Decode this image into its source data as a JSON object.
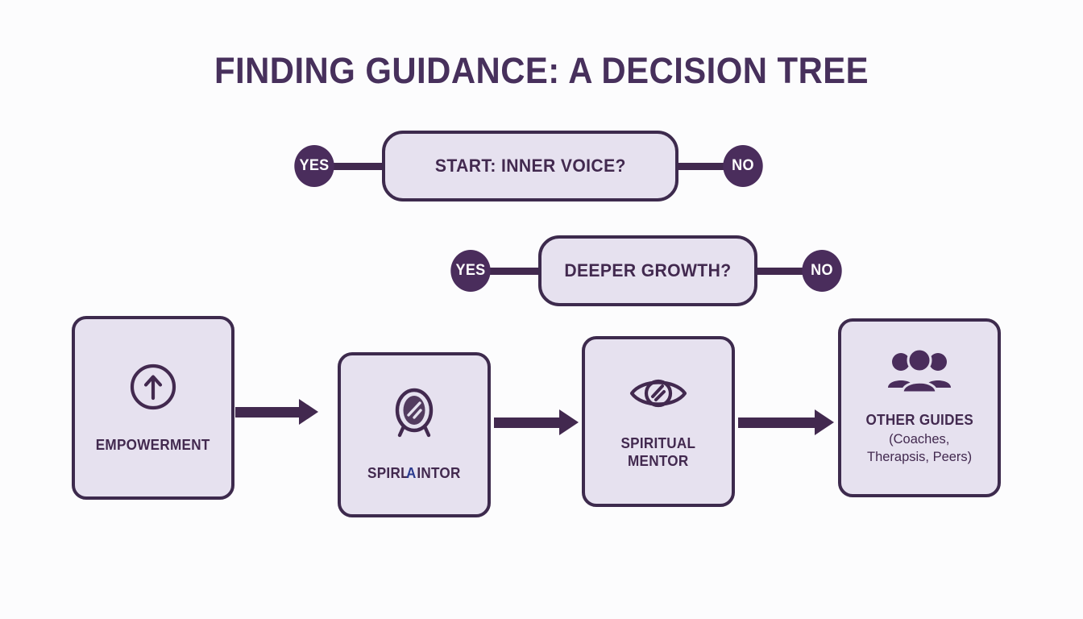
{
  "page": {
    "title": "FINDING GUIDANCE: A DECISION TREE",
    "background_color": "#fcfcfd",
    "accent_color": "#42294f",
    "card_fill_color": "#e6e1ef",
    "border_color": "#3d2a4d"
  },
  "decisions": [
    {
      "id": "start-inner-voice",
      "question": "START: INNER VOICE?",
      "yes_label": "YES",
      "no_label": "NO"
    },
    {
      "id": "deeper-growth",
      "question": "DEEPER GROWTH?",
      "yes_label": "YES",
      "no_label": "NO"
    }
  ],
  "outcomes": [
    {
      "id": "empowerment",
      "label": "EMPOWERMENT",
      "sub": "",
      "icon": "arrow-up-circle-icon"
    },
    {
      "id": "spiritual-mirror",
      "label_prefix": "SPIRL",
      "label_glitch": "A",
      "label_suffix": "INTOR",
      "label_full": "SPIRLAINTOR",
      "sub": "",
      "icon": "mirror-icon"
    },
    {
      "id": "spiritual-mentor",
      "label": "SPIRITUAL\nMENTOR",
      "label_line1": "SPIRITUAL",
      "label_line2": "MENTOR",
      "sub": "",
      "icon": "eye-icon"
    },
    {
      "id": "other-guides",
      "label": "OTHER GUIDES",
      "sub_line1": "(Coaches,",
      "sub_line2": "Therapsis, Peers)",
      "icon": "people-group-icon"
    }
  ]
}
